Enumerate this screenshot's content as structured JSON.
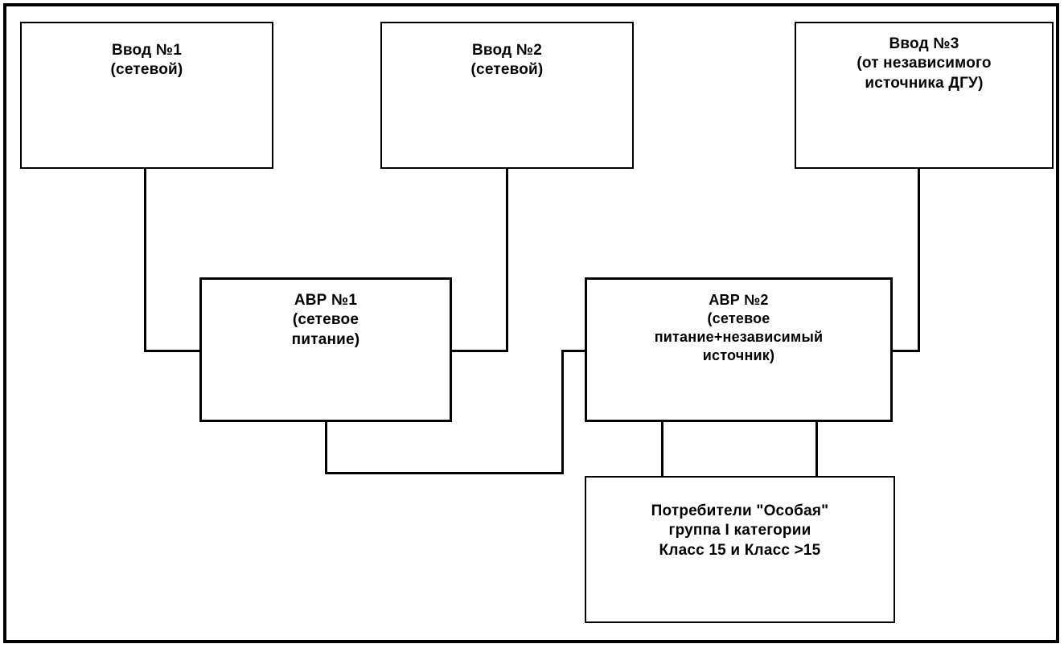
{
  "diagram": {
    "title_present": false,
    "type": "block-diagram",
    "language": "ru",
    "colors": {
      "stroke": "#000000",
      "fill": "#ffffff",
      "text": "#000000"
    },
    "nodes": [
      {
        "id": "input-1",
        "lines": [
          "Ввод №1",
          "(сетевой)"
        ],
        "line1": "Ввод №1",
        "line2": "(сетевой)",
        "line3": ""
      },
      {
        "id": "input-2",
        "lines": [
          "Ввод №2",
          "(сетевой)"
        ],
        "line1": "Ввод №2",
        "line2": "(сетевой)",
        "line3": ""
      },
      {
        "id": "input-3",
        "lines": [
          "Ввод №3",
          "(от независимого",
          "источника ДГУ)"
        ],
        "line1": "Ввод №3",
        "line2": "(от независимого",
        "line3": "источника ДГУ)"
      },
      {
        "id": "avr-1",
        "lines": [
          "АВР №1",
          "(сетевое",
          "питание)"
        ],
        "line1": "АВР №1",
        "line2": "(сетевое",
        "line3": "питание)"
      },
      {
        "id": "avr-2",
        "lines": [
          "АВР №2",
          "(сетевое",
          "питание+независимый",
          "источник)"
        ],
        "line1": "АВР №2",
        "line2": "(сетевое",
        "line3": "питание+независимый",
        "line4": "источник)"
      },
      {
        "id": "consumers",
        "lines": [
          "Потребители \"Особая\"",
          "группа I категории",
          "Класс 15 и Класс >15"
        ],
        "line1": "Потребители \"Особая\"",
        "line2": "группа I категории",
        "line3": "Класс 15 и Класс >15"
      }
    ],
    "edges": [
      {
        "id": "edge-input1-avr1",
        "from": "input-1",
        "to": "avr-1"
      },
      {
        "id": "edge-input2-avr1",
        "from": "input-2",
        "to": "avr-1"
      },
      {
        "id": "edge-input3-avr2",
        "from": "input-3",
        "to": "avr-2"
      },
      {
        "id": "edge-avr1-avr2",
        "from": "avr-1",
        "to": "avr-2"
      },
      {
        "id": "edge-avr2-consumers-left",
        "from": "avr-2",
        "to": "consumers"
      },
      {
        "id": "edge-avr2-consumers-right",
        "from": "avr-2",
        "to": "consumers"
      }
    ]
  }
}
